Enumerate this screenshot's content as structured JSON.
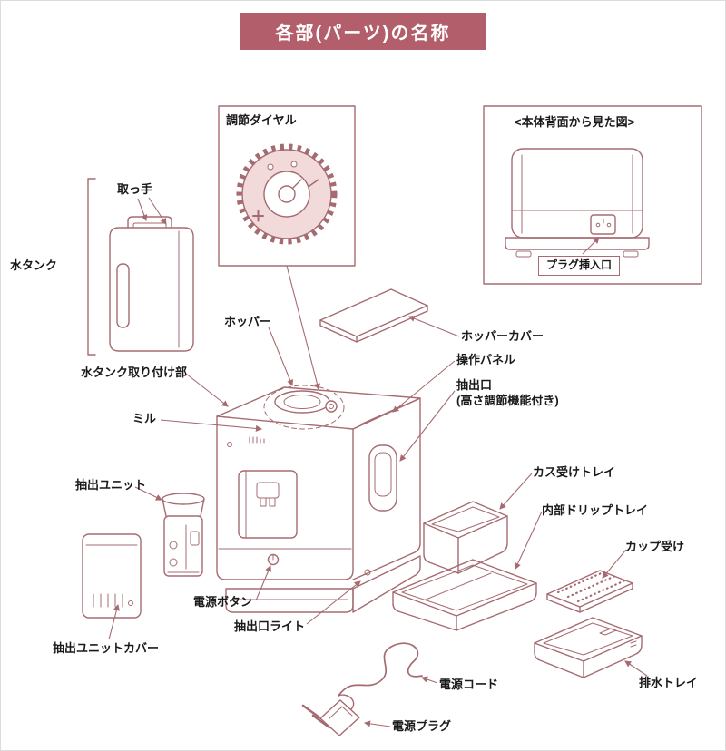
{
  "header": {
    "title": "各部(パーツ)の名称"
  },
  "colors": {
    "header_bg": "#b25f6b",
    "line": "#a56b70",
    "dial_fill": "#f2d9da",
    "label_text": "#1a1a1a"
  },
  "callout_boxes": {
    "dial_title": "調節ダイヤル",
    "back_view_title": "<本体背面から見た図>",
    "plug_inlet_label": "プラグ挿入口"
  },
  "part_labels": {
    "handle": "取っ手",
    "water_tank": "水タンク",
    "tank_mount": "水タンク取り付け部",
    "hopper": "ホッパー",
    "hopper_cover": "ホッパーカバー",
    "control_panel": "操作パネル",
    "spout_line1": "抽出口",
    "spout_line2": "(高さ調節機能付き)",
    "mill": "ミル",
    "brew_unit": "抽出ユニット",
    "brew_unit_cover": "抽出ユニットカバー",
    "power_button": "電源ボタン",
    "spout_light": "抽出口ライト",
    "grounds_tray": "カス受けトレイ",
    "inner_drip_tray": "内部ドリップトレイ",
    "cup_rest": "カップ受け",
    "drain_tray": "排水トレイ",
    "power_cord": "電源コード",
    "power_plug": "電源プラグ"
  }
}
